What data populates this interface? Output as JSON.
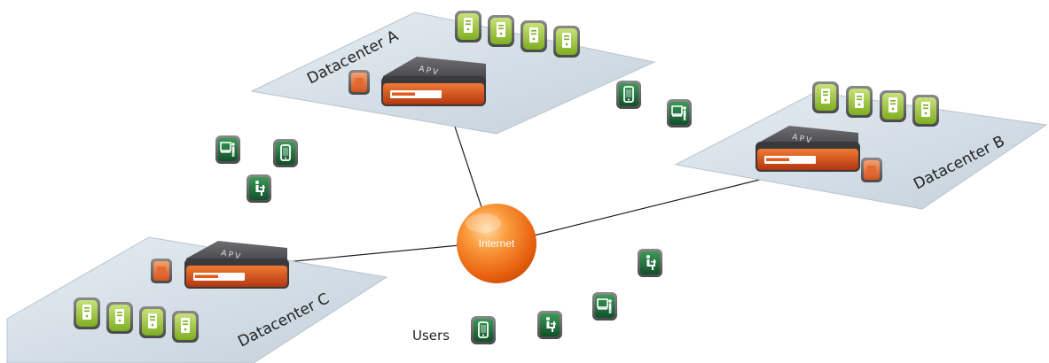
{
  "datacenters": [
    {
      "id": "a",
      "label": "Datacenter A",
      "device": "APV"
    },
    {
      "id": "b",
      "label": "Datacenter B",
      "device": "APV"
    },
    {
      "id": "c",
      "label": "Datacenter C",
      "device": "APV"
    }
  ],
  "internet": {
    "label": "Internet"
  },
  "users": {
    "label": "Users"
  },
  "icons": {
    "server": "server-icon",
    "mobile": "mobile-phone-icon",
    "desktop": "desktop-user-icon",
    "seated": "seated-user-icon",
    "firewall": "firewall-icon"
  },
  "colors": {
    "platform": "#d3dde6",
    "server_green": "#9cc93a",
    "user_green": "#1f6b36",
    "appliance_orange": "#e25a1c",
    "internet_orange": "#f36f14"
  }
}
